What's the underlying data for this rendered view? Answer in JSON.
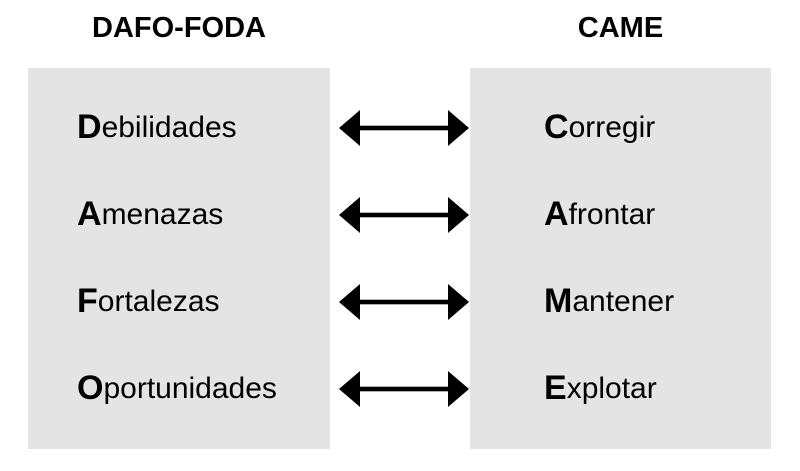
{
  "diagram": {
    "left": {
      "title": "DAFO-FODA",
      "items": [
        {
          "initial": "D",
          "rest": "ebilidades"
        },
        {
          "initial": "A",
          "rest": "menazas"
        },
        {
          "initial": "F",
          "rest": "ortalezas"
        },
        {
          "initial": "O",
          "rest": "portunidades"
        }
      ]
    },
    "right": {
      "title": "CAME",
      "items": [
        {
          "initial": "C",
          "rest": "orregir"
        },
        {
          "initial": "A",
          "rest": "frontar"
        },
        {
          "initial": "M",
          "rest": "antener"
        },
        {
          "initial": "E",
          "rest": "xplotar"
        }
      ]
    },
    "mappings": [
      {
        "from": "Debilidades",
        "to": "Corregir"
      },
      {
        "from": "Amenazas",
        "to": "Afrontar"
      },
      {
        "from": "Fortalezas",
        "to": "Mantener"
      },
      {
        "from": "Oportunidades",
        "to": "Explotar"
      }
    ],
    "arrow_icon": "double-headed-arrow",
    "colors": {
      "panel_bg": "#e4e4e4",
      "text": "#000000",
      "page_bg": "#ffffff",
      "arrow": "#000000"
    }
  }
}
